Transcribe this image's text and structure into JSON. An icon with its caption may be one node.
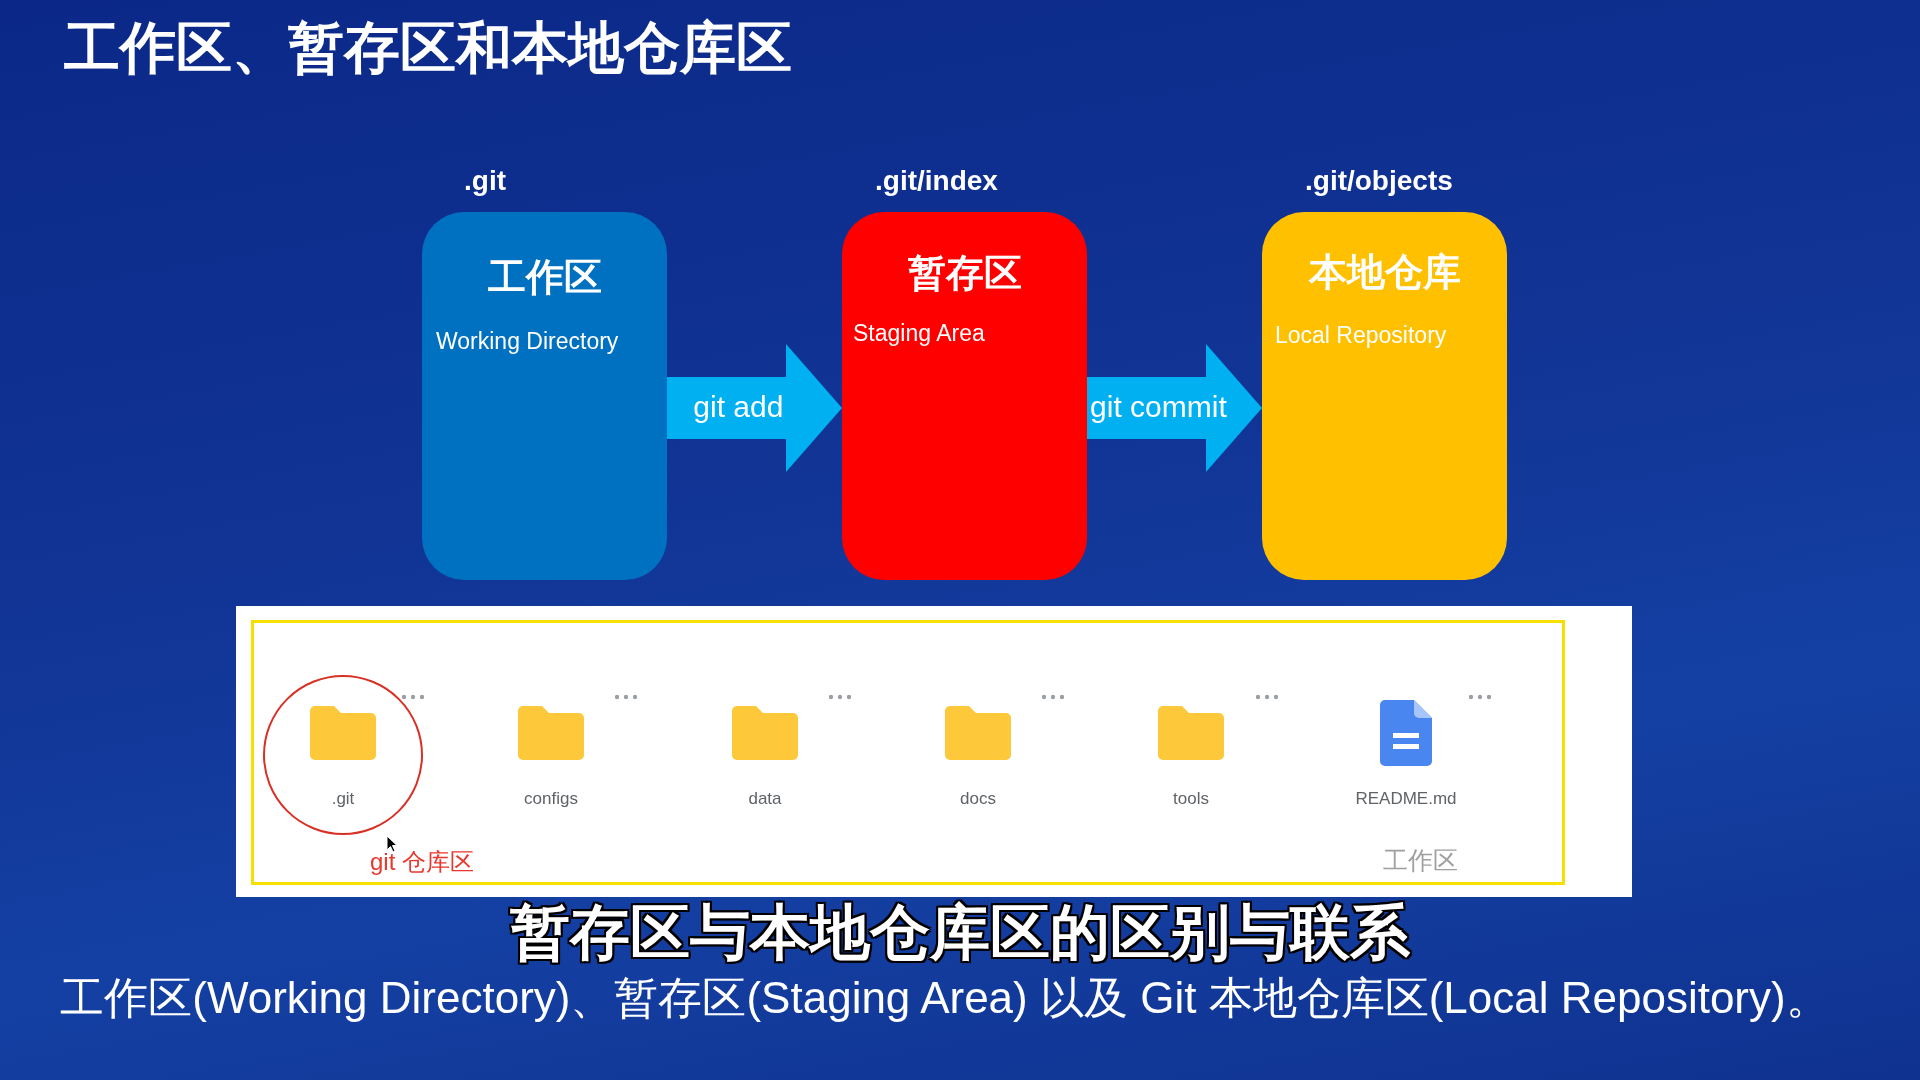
{
  "diagram": {
    "title": "工作区、暂存区和本地仓库区",
    "nodes": [
      {
        "text": [
          "工作区",
          "Working Directory"
        ],
        "beside": [
          ".git"
        ]
      },
      {
        "text": [
          "暂存区",
          "Staging Area"
        ],
        "beside": [
          ".git/index"
        ]
      },
      {
        "text": [
          "本地仓库",
          "Local Repository"
        ],
        "beside": [
          ".git/objects"
        ]
      },
      {
        "text": [
          "工作区"
        ]
      },
      {
        "text": [
          ".git"
        ],
        "beside": [
          "git 仓库区"
        ],
        "in": 3
      }
    ],
    "edges": [
      {
        "from": 0,
        "to": 1,
        "arrow": "to",
        "label": "git add"
      },
      {
        "from": 1,
        "to": 2,
        "arrow": "to",
        "label": "git commit"
      }
    ],
    "labels": [
      "configs",
      "data",
      "docs",
      "tools",
      "README.md",
      "暂存区与本地仓库区的区别与联系",
      "工作区(Working Directory)、暂存区(Staging Area) 以及 Git 本地仓库区(Local Repository)。"
    ]
  }
}
